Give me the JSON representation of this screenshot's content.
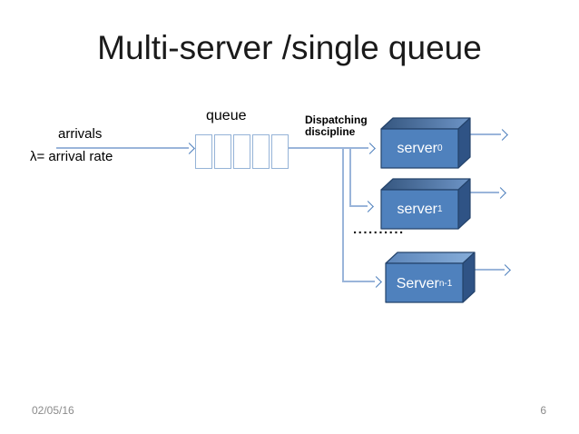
{
  "slide": {
    "title": "Multi-server /single queue",
    "footer": {
      "date": "02/05/16",
      "page_number": "6"
    }
  },
  "diagram": {
    "labels": {
      "arrivals": "arrivals",
      "arrival_rate": "λ= arrival rate",
      "queue": "queue",
      "dispatching_line1": "Dispatching",
      "dispatching_line2": "discipline",
      "ellipsis": "∙∙∙∙∙∙∙∙∙∙"
    },
    "queue": {
      "cells": 5
    },
    "servers": [
      {
        "name": "server",
        "subscript": "0"
      },
      {
        "name": "server",
        "subscript": "1"
      },
      {
        "name": "Server",
        "subscript": "n-1"
      }
    ]
  },
  "colors": {
    "title_text": "#1a1a1a",
    "body_text": "#000000",
    "footer_text": "#8b8b8b",
    "line_blue": "#9ab5da",
    "arrowhead_blue": "#4f81bd",
    "queue_border": "#95b3d7",
    "box_front": "#4f81bd",
    "box_top_dark": "#35567f",
    "box_top_mid": "#6d94c6",
    "box_top_light_a": "#5d86ba",
    "box_top_light_b": "#86add9",
    "box_side": "#2f5385",
    "box_edge": "#24436b",
    "box_label_text": "#ffffff"
  }
}
